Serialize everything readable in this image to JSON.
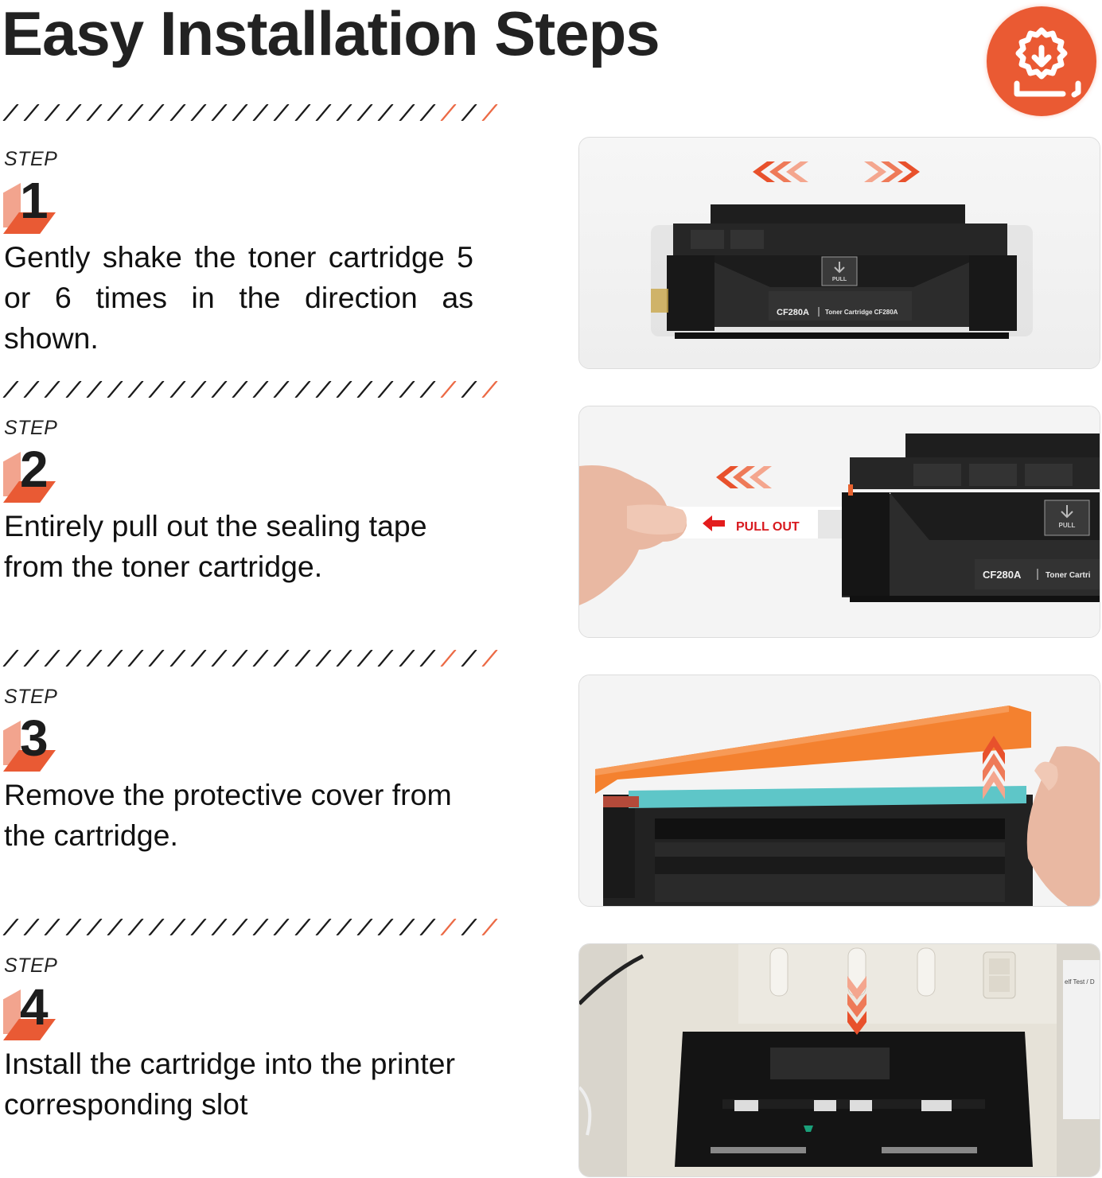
{
  "header": {
    "title": "Easy Installation Steps",
    "icon": "gear-download-icon",
    "accent_color": "#ea5a33"
  },
  "divider": {
    "count": 24,
    "orange_positions": [
      22,
      24
    ],
    "black_color": "#1a1a1a",
    "orange_color": "#ec6a45"
  },
  "steps": [
    {
      "label": "STEP",
      "number": "1",
      "description": "Gently shake the toner cartridge 5 or 6 times in the direction as shown.",
      "image": {
        "alt": "toner cartridge being shaken left and right",
        "arrows": "left-right-chevrons",
        "cartridge_model": "CF280A",
        "cartridge_label": "Toner Cartridge CF280A",
        "pull_tab": "PULL"
      }
    },
    {
      "label": "STEP",
      "number": "2",
      "description": "Entirely pull out the sealing tape from the toner cartridge.",
      "image": {
        "alt": "hand pulling sealing tape out of cartridge",
        "arrows": "left-chevrons",
        "tape_text": "PULL OUT",
        "cartridge_model": "CF280A",
        "cartridge_label": "Toner Cartri",
        "pull_tab": "PULL"
      }
    },
    {
      "label": "STEP",
      "number": "3",
      "description": "Remove the protective cover from the cartridge.",
      "image": {
        "alt": "hand lifting orange protective cover off cartridge",
        "arrows": "up-chevrons"
      }
    },
    {
      "label": "STEP",
      "number": "4",
      "description": "Install the cartridge into the printer corresponding slot",
      "image": {
        "alt": "open printer with cartridge slot",
        "arrows": "down-chevrons",
        "paper_text": "elf Test / D"
      }
    }
  ]
}
